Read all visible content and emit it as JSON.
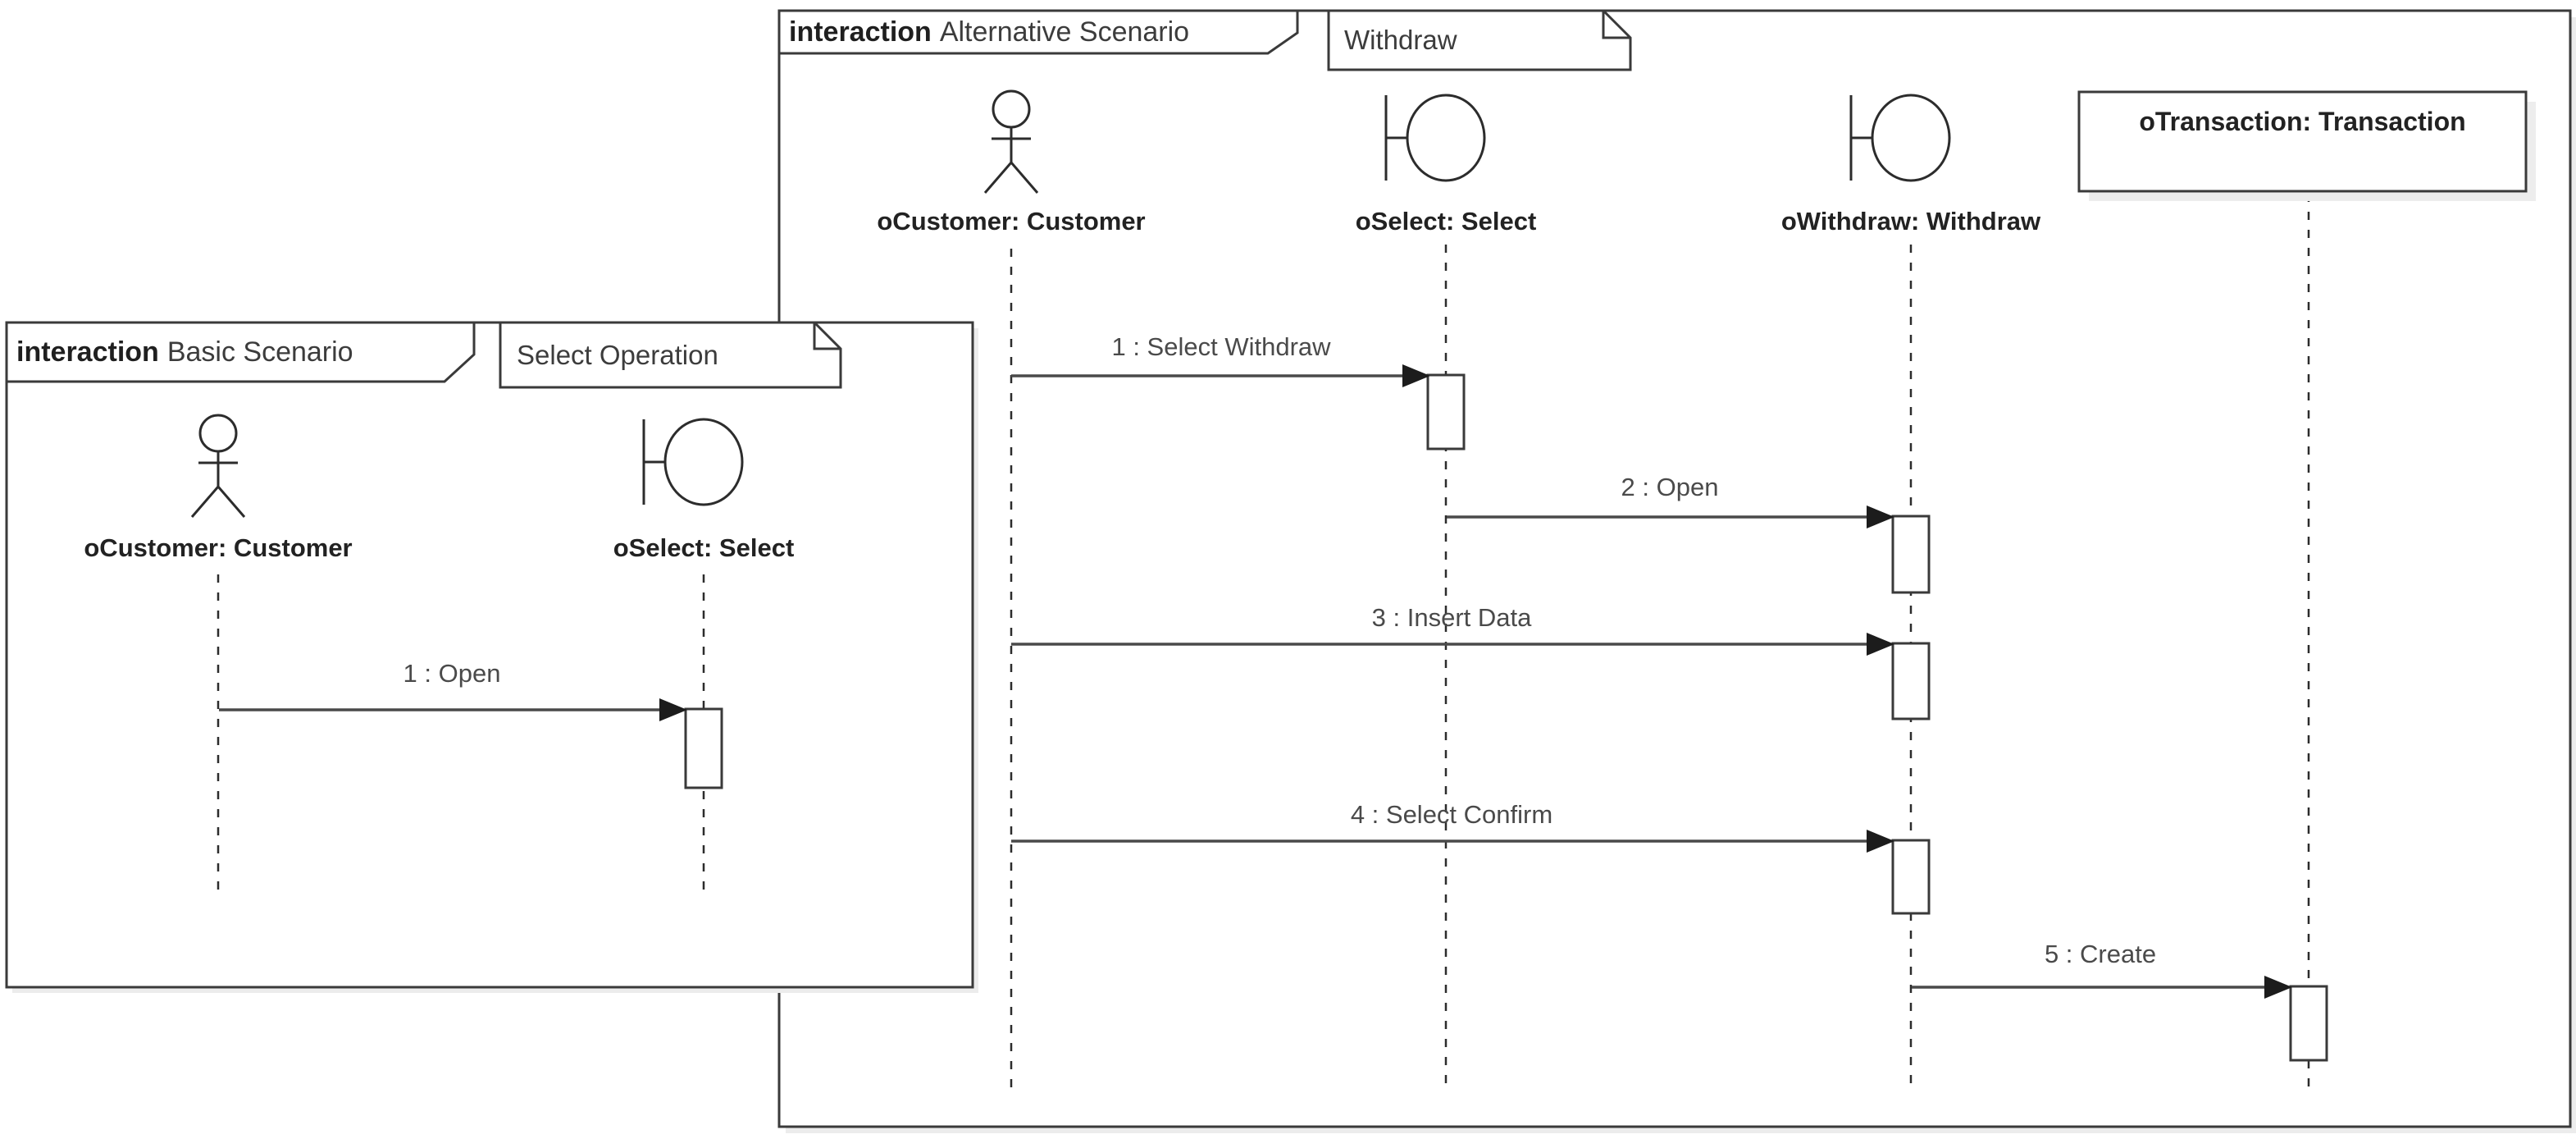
{
  "frames": {
    "alternative": {
      "keyword": "interaction",
      "title": "Alternative Scenario",
      "note": "Withdraw",
      "lifelines": [
        {
          "label": "oCustomer: Customer",
          "kind": "actor"
        },
        {
          "label": "oSelect: Select",
          "kind": "boundary"
        },
        {
          "label": "oWithdraw: Withdraw",
          "kind": "boundary"
        },
        {
          "label": "oTransaction: Transaction",
          "kind": "object"
        }
      ],
      "messages": [
        {
          "label": "1 : Select Withdraw",
          "from": "oCustomer: Customer",
          "to": "oSelect: Select"
        },
        {
          "label": "2 : Open",
          "from": "oSelect: Select",
          "to": "oWithdraw: Withdraw"
        },
        {
          "label": "3 : Insert Data",
          "from": "oCustomer: Customer",
          "to": "oWithdraw: Withdraw"
        },
        {
          "label": "4 : Select Confirm",
          "from": "oCustomer: Customer",
          "to": "oWithdraw: Withdraw"
        },
        {
          "label": "5 : Create",
          "from": "oWithdraw: Withdraw",
          "to": "oTransaction: Transaction"
        }
      ]
    },
    "basic": {
      "keyword": "interaction",
      "title": "Basic Scenario",
      "note": "Select Operation",
      "lifelines": [
        {
          "label": "oCustomer: Customer",
          "kind": "actor"
        },
        {
          "label": "oSelect: Select",
          "kind": "boundary"
        }
      ],
      "messages": [
        {
          "label": "1 : Open",
          "from": "oCustomer: Customer",
          "to": "oSelect: Select"
        }
      ]
    },
    "colors": {
      "line": "#3a3a3a",
      "message_text": "#4a4a4a",
      "shadow": "#ededed",
      "background": "#ffffff"
    }
  }
}
